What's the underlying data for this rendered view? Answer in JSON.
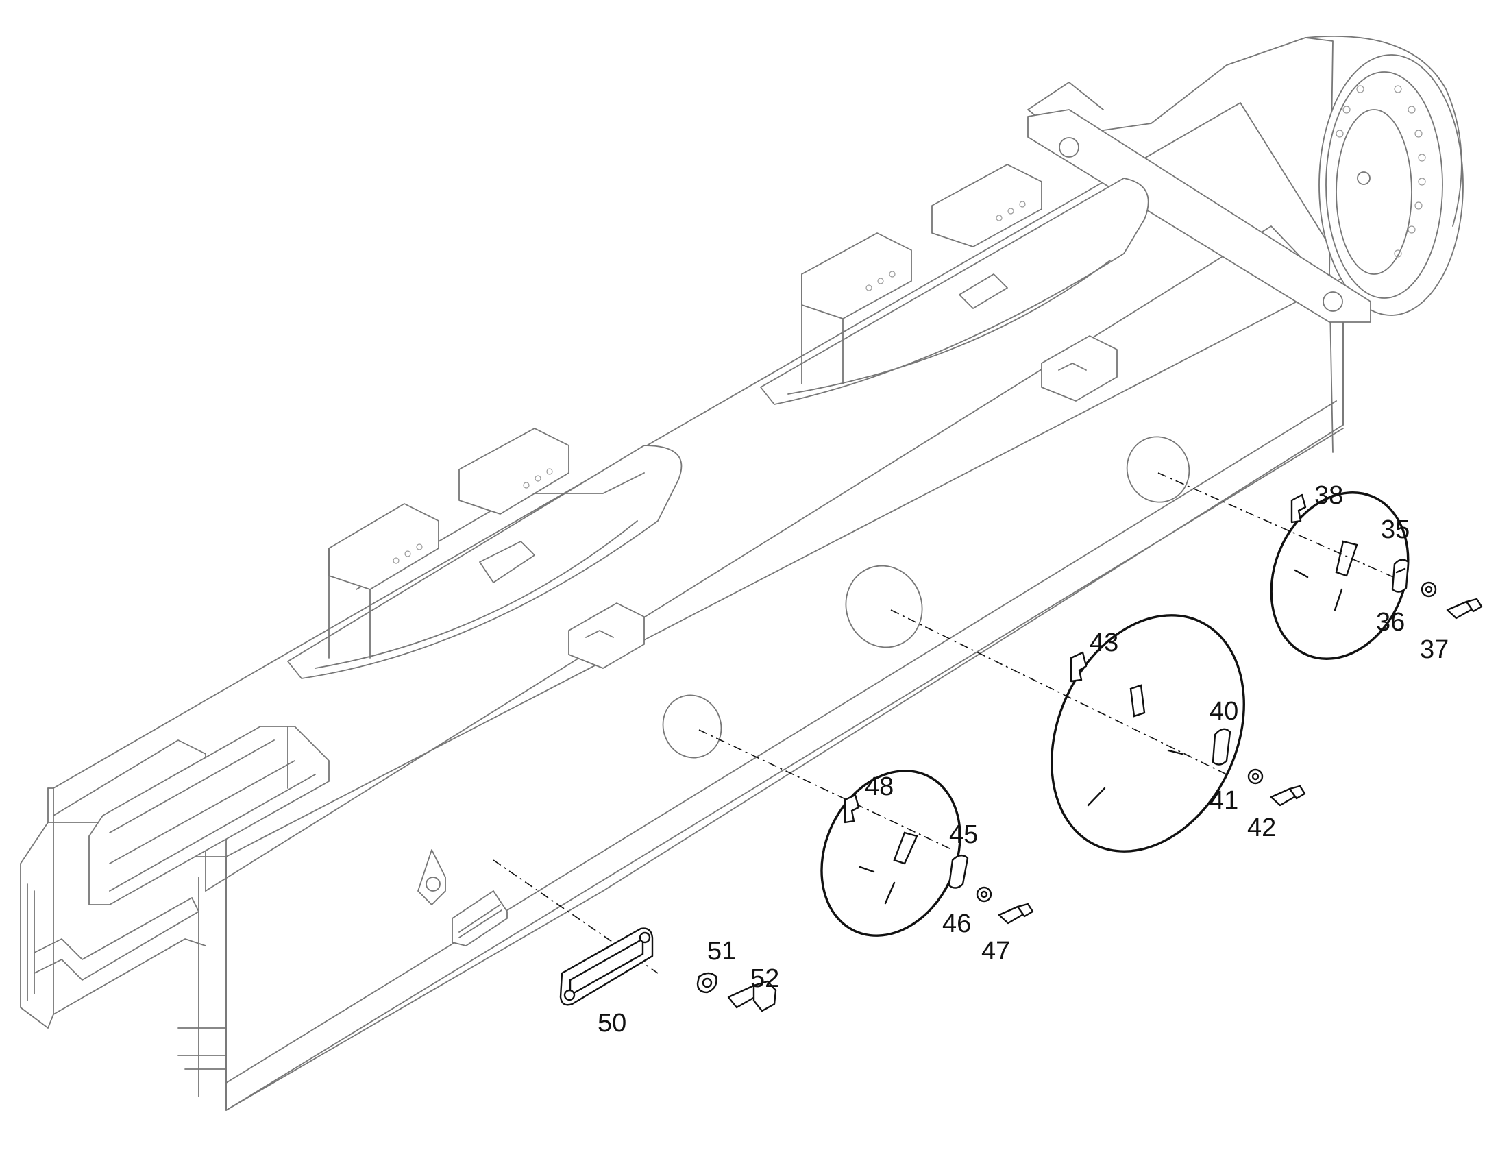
{
  "callouts": [
    {
      "id": "35",
      "text": "35"
    },
    {
      "id": "36",
      "text": "36"
    },
    {
      "id": "37",
      "text": "37"
    },
    {
      "id": "38",
      "text": "38"
    },
    {
      "id": "40",
      "text": "40"
    },
    {
      "id": "41",
      "text": "41"
    },
    {
      "id": "42",
      "text": "42"
    },
    {
      "id": "43",
      "text": "43"
    },
    {
      "id": "45",
      "text": "45"
    },
    {
      "id": "46",
      "text": "46"
    },
    {
      "id": "47",
      "text": "47"
    },
    {
      "id": "48",
      "text": "48"
    },
    {
      "id": "50",
      "text": "50"
    },
    {
      "id": "51",
      "text": "51"
    },
    {
      "id": "52",
      "text": "52"
    }
  ]
}
